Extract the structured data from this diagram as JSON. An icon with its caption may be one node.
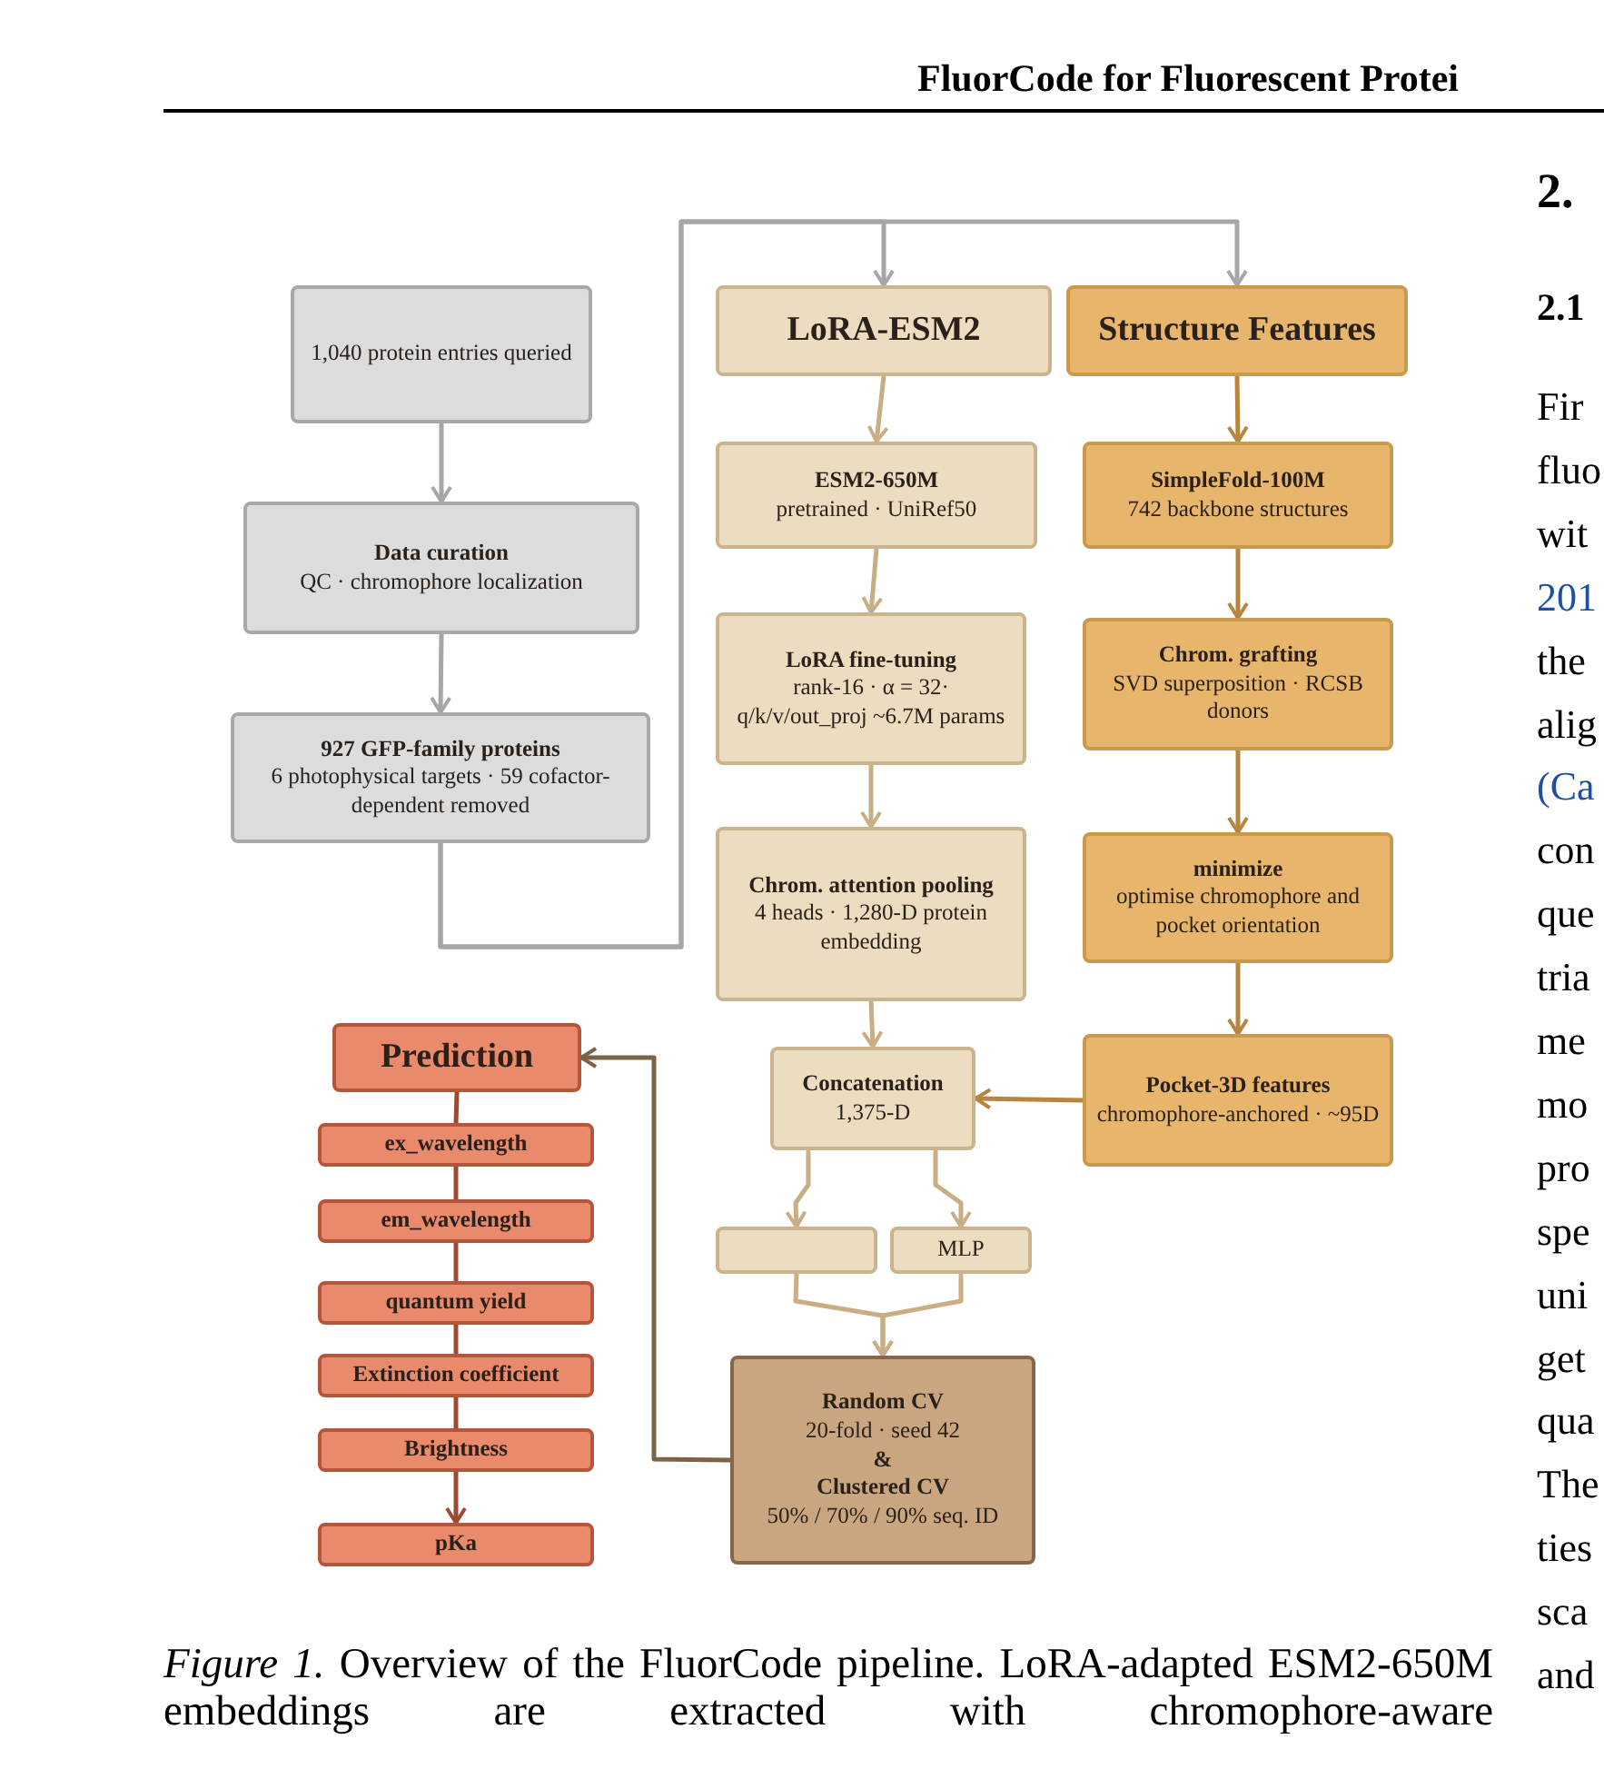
{
  "diagram": {
    "caption": "*Figure 1.* Overview of the FluorCode pipeline. LoRA-adapted ESM2-650M embeddings are extracted with chromophore-aware",
    "nodes": [
      {
        "text": [
          "1,040 protein entries queried"
        ]
      },
      {
        "text": [
          "Data curation",
          "QC · chromophore localization"
        ]
      },
      {
        "text": [
          "927 GFP-family proteins",
          "6 photophysical targets · 59 cofactor-dependent removed"
        ]
      },
      {
        "text": [
          "LoRA-ESM2"
        ]
      },
      {
        "text": [
          "Structure Features"
        ]
      },
      {
        "text": [
          "ESM2-650M",
          "pretrained · UniRef50"
        ]
      },
      {
        "text": [
          "SimpleFold-100M",
          "742 backbone structures"
        ]
      },
      {
        "text": [
          "LoRA fine-tuning",
          "rank-16 · α = 32· q/k/v/out_proj ~6.7M params"
        ]
      },
      {
        "text": [
          "Chrom. grafting",
          "SVD superposition · RCSB donors"
        ]
      },
      {
        "text": [
          "Chrom. attention pooling",
          "4 heads · 1,280-D protein embedding"
        ]
      },
      {
        "text": [
          "minimize",
          "optimise chromophore and pocket orientation"
        ]
      },
      {
        "text": [
          "Concatenation",
          "1,375-D"
        ]
      },
      {
        "text": [
          "Pocket-3D features",
          "chromophore-anchored · ~95D"
        ]
      },
      {
        "text": [],
        "shape": "box"
      },
      {
        "text": [
          "MLP"
        ]
      },
      {
        "text": [
          "Random CV",
          "20-fold · seed 42",
          "&",
          "Clustered CV",
          "50% / 70% / 90% seq. ID"
        ]
      },
      {
        "text": [
          "Prediction"
        ]
      },
      {
        "text": [
          "ex_wavelength"
        ]
      },
      {
        "text": [
          "em_wavelength"
        ]
      },
      {
        "text": [
          "quantum yield"
        ]
      },
      {
        "text": [
          "Extinction coefficient"
        ]
      },
      {
        "text": [
          "Brightness"
        ]
      },
      {
        "text": [
          "pKa"
        ]
      }
    ],
    "edges": [
      {
        "from": 0,
        "to": 1,
        "arrow": "to",
        "color": "#a6a6a6"
      },
      {
        "from": 1,
        "to": 2,
        "arrow": "to",
        "color": "#a6a6a6"
      },
      {
        "from": 2,
        "to": 3,
        "arrow": "to",
        "color": "#a6a6a6"
      },
      {
        "from": 2,
        "to": 4,
        "arrow": "to",
        "color": "#a6a6a6"
      },
      {
        "from": 3,
        "to": 5,
        "arrow": "to",
        "color": "#c9ad85"
      },
      {
        "from": 5,
        "to": 7,
        "arrow": "to",
        "color": "#c9ad85"
      },
      {
        "from": 7,
        "to": 9,
        "arrow": "to",
        "color": "#c9ad85"
      },
      {
        "from": 9,
        "to": 11,
        "arrow": "to",
        "color": "#c9ad85"
      },
      {
        "from": 4,
        "to": 6,
        "arrow": "to",
        "color": "#b88540"
      },
      {
        "from": 6,
        "to": 8,
        "arrow": "to",
        "color": "#b88540"
      },
      {
        "from": 8,
        "to": 10,
        "arrow": "to",
        "color": "#b88540"
      },
      {
        "from": 10,
        "to": 12,
        "arrow": "to",
        "color": "#b88540"
      },
      {
        "from": 12,
        "to": 11,
        "arrow": "to",
        "color": "#b88540"
      },
      {
        "from": 11,
        "to": 13,
        "arrow": "to",
        "color": "#c9ad85"
      },
      {
        "from": 11,
        "to": 14,
        "arrow": "to",
        "color": "#c9ad85"
      },
      {
        "from": 13,
        "to": 15,
        "arrow": "to",
        "color": "#c9ad85"
      },
      {
        "from": 14,
        "to": 15,
        "arrow": "to",
        "color": "#c9ad85"
      },
      {
        "from": 15,
        "to": 16,
        "arrow": "to",
        "color": "#7d6248"
      },
      {
        "from": 16,
        "to": 17,
        "arrow": "none",
        "color": "#9c4a34"
      },
      {
        "from": 17,
        "to": 18,
        "arrow": "none",
        "color": "#9c4a34"
      },
      {
        "from": 18,
        "to": 19,
        "arrow": "none",
        "color": "#9c4a34"
      },
      {
        "from": 19,
        "to": 20,
        "arrow": "none",
        "color": "#9c4a34"
      },
      {
        "from": 20,
        "to": 21,
        "arrow": "none",
        "color": "#9c4a34"
      },
      {
        "from": 21,
        "to": 22,
        "arrow": "to",
        "color": "#9c4a34"
      }
    ],
    "labels": [
      "FluorCode for Fluorescent Protei",
      "2.",
      "2.1",
      "Fir",
      "fluo",
      "wit",
      "201",
      "the",
      "alig",
      "(Ca",
      "con",
      "que",
      "tria",
      "me",
      "mo",
      "pro",
      "spe",
      "uni",
      "get",
      "qua",
      "The",
      "ties",
      "sca",
      "and"
    ]
  }
}
